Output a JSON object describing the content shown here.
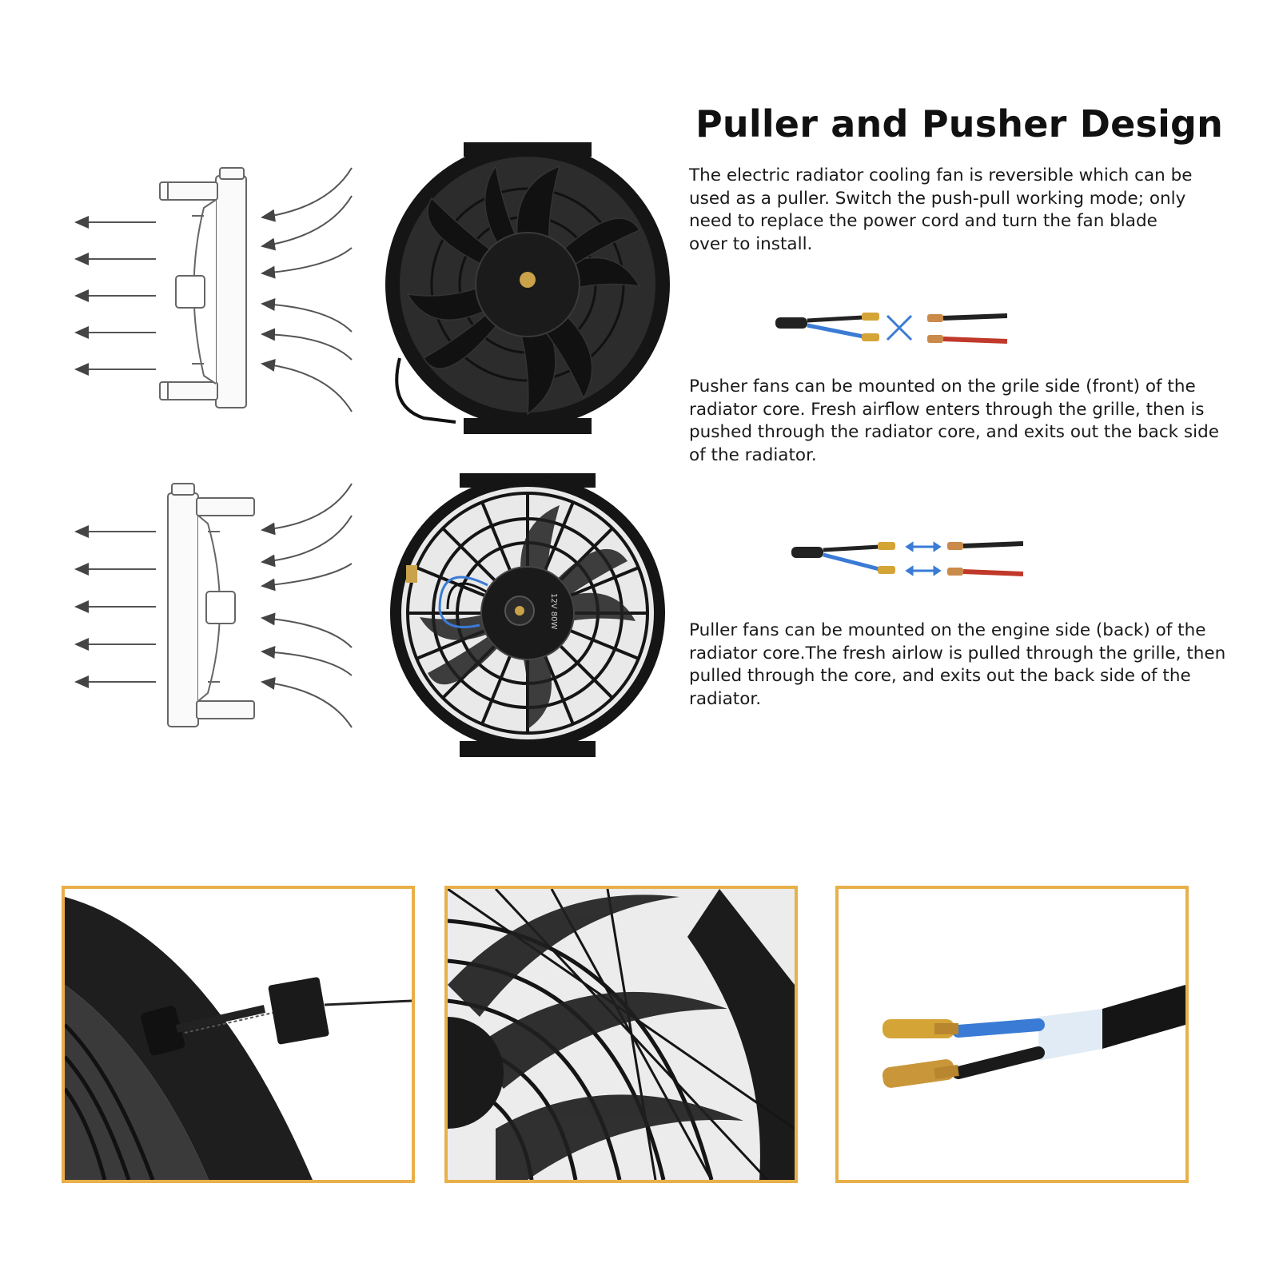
{
  "title": "Puller and Pusher Design",
  "paragraphs": {
    "intro": "The electric radiator cooling fan is reversible which can be used as a puller. Switch the push-pull working mode; only need to replace the power cord and turn the fan blade over to install.",
    "pusher": "Pusher fans can be mounted on the grile side (front) of the radiator core. Fresh airflow enters through the grille, then is pushed through the radiator core, and exits out the back side of the radiator.",
    "puller": "Puller fans can be mounted on the engine side (back) of the radiator core.The fresh airlow is pulled through the grille, then pulled through the core, and exits out the back side of the radiator."
  },
  "motor_label": "12V 80W",
  "colors": {
    "frame_accent": "#e8b04a",
    "blue_wire": "#3a7bd5",
    "red_wire": "#c0392b",
    "brass": "#d4a437",
    "fan_black": "#151515"
  },
  "icons": {
    "swap": "cross-arrows-icon",
    "direct": "double-arrow-icon"
  }
}
